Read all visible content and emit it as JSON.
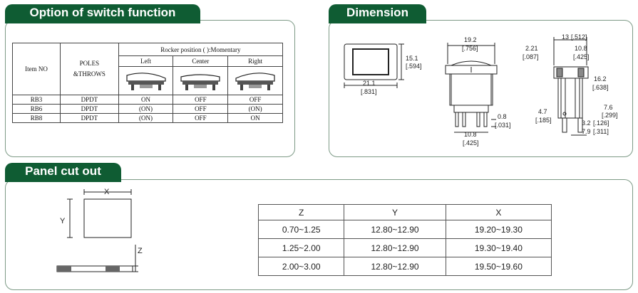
{
  "sections": {
    "option_title": "Option of switch function",
    "dimension_title": "Dimension",
    "panel_title": "Panel cut out"
  },
  "option_table": {
    "header_item": "Item NO",
    "header_poles": "POLES\n&THROWS",
    "header_rocker": "Rocker position   (  ):Momentary",
    "positions": [
      "Left",
      "Center",
      "Right"
    ],
    "rows": [
      [
        "RB3",
        "DPDT",
        "ON",
        "OFF",
        "OFF"
      ],
      [
        "RB6",
        "DPDT",
        "(ON)",
        "OFF",
        "(ON)"
      ],
      [
        "RB8",
        "DPDT",
        "(ON)",
        "OFF",
        "ON"
      ]
    ]
  },
  "dimension_labels": {
    "front_h": "15.1",
    "front_h_in": "[.594]",
    "front_w": "21.1",
    "front_w_in": "[.831]",
    "side_top": "19.2",
    "side_top_in": "[.756]",
    "side_pin": "0.8",
    "side_pin_in": "[.031]",
    "side_bot": "10.8",
    "side_bot_in": "[.425]",
    "r_top_a": "13",
    "r_top_a_in": "[.512]",
    "r_top_b": "10.8",
    "r_top_b_in": "[.425]",
    "r_left": "2.21",
    "r_left_in": "[.087]",
    "r_mid": "16.2",
    "r_mid_in": "[.638]",
    "r_low": "7.6",
    "r_low_in": "[.299]",
    "r_pin": "4.7",
    "r_pin_in": "[.185]",
    "r_b1": "3.2",
    "r_b1_in": "[.126]",
    "r_b2": "7.9",
    "r_b2_in": "[.311]"
  },
  "cutout_labels": {
    "x": "X",
    "y": "Y",
    "z": "Z"
  },
  "cutout_table": {
    "headers": [
      "Z",
      "Y",
      "X"
    ],
    "rows": [
      [
        "0.70~1.25",
        "12.80~12.90",
        "19.20~19.30"
      ],
      [
        "1.25~2.00",
        "12.80~12.90",
        "19.30~19.40"
      ],
      [
        "2.00~3.00",
        "12.80~12.90",
        "19.50~19.60"
      ]
    ]
  },
  "colors": {
    "tab_green": "#0f5c33",
    "panel_border": "#7d9a86"
  }
}
